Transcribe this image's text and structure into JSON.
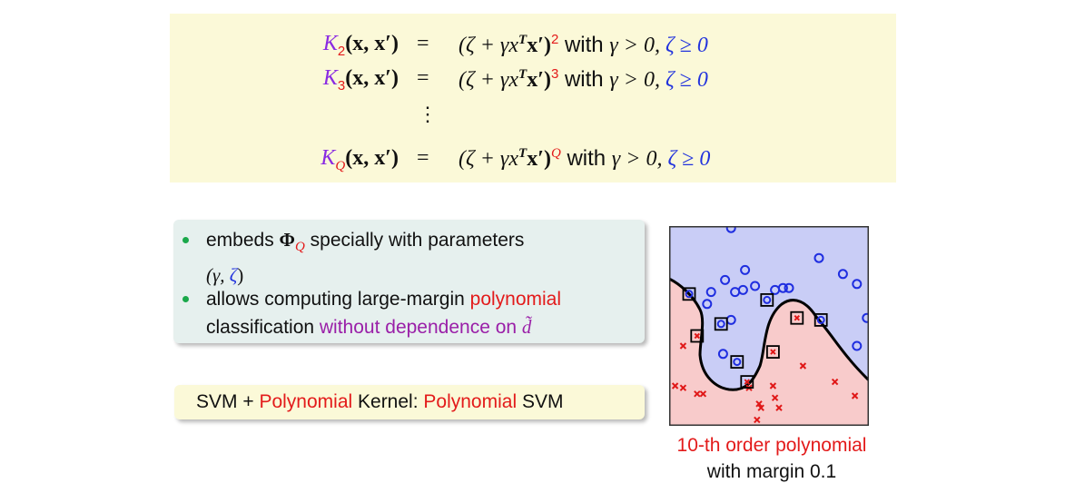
{
  "formulas": {
    "rows": [
      {
        "k": "K",
        "sub": "2",
        "args": "(x, x′)",
        "eq": "=",
        "base": "(ζ + γx",
        "sup_t": "T",
        "tail": "x′)",
        "power": "2",
        "with": " with ",
        "cond1": "γ > 0, ",
        "cond2": "ζ ≥ 0"
      },
      {
        "k": "K",
        "sub": "3",
        "args": "(x, x′)",
        "eq": "=",
        "base": "(ζ + γx",
        "sup_t": "T",
        "tail": "x′)",
        "power": "3",
        "with": " with ",
        "cond1": "γ > 0, ",
        "cond2": "ζ ≥ 0"
      },
      {
        "k": "K",
        "sub": "Q",
        "args": "(x, x′)",
        "eq": "=",
        "base": "(ζ + γx",
        "sup_t": "T",
        "tail": "x′)",
        "power": "Q",
        "with": " with ",
        "cond1": "γ > 0, ",
        "cond2": "ζ ≥ 0"
      }
    ],
    "ellipsis": "⋮"
  },
  "bullets": [
    {
      "line1_a": "embeds ",
      "line1_phi": "Φ",
      "line1_sub": "Q",
      "line1_b": " specially with parameters",
      "line2_a": "(γ, ",
      "line2_zeta": "ζ",
      "line2_b": ")"
    },
    {
      "line1_a": "allows computing large-margin ",
      "line1_red": "polynomial",
      "line2_a": "classification ",
      "line2_purple": "without dependence on ",
      "line2_d": "d̃"
    }
  ],
  "svm": {
    "part1": "SVM + ",
    "part2": "Polynomial",
    "part3": " Kernel: ",
    "part4": "Polynomial",
    "part5": " SVM"
  },
  "plot": {
    "caption_line1": "10-th order polynomial",
    "caption_line2": "with margin 0.1",
    "colors": {
      "positive_region": "#c9cdf6",
      "negative_region": "#f8cbcb",
      "circle": "#1f2ee0",
      "cross": "#e01818"
    },
    "circles": [
      [
        0.31,
        0.01
      ],
      [
        0.28,
        0.27
      ],
      [
        0.38,
        0.22
      ],
      [
        0.37,
        0.32
      ],
      [
        0.21,
        0.33
      ],
      [
        0.33,
        0.33
      ],
      [
        0.43,
        0.3
      ],
      [
        0.53,
        0.32
      ],
      [
        0.57,
        0.31
      ],
      [
        0.6,
        0.31
      ],
      [
        0.75,
        0.16
      ],
      [
        0.87,
        0.24
      ],
      [
        0.94,
        0.29
      ],
      [
        0.99,
        0.46
      ],
      [
        0.19,
        0.39
      ],
      [
        0.31,
        0.47
      ],
      [
        0.27,
        0.64
      ],
      [
        0.94,
        0.6
      ]
    ],
    "crosses": [
      [
        0.07,
        0.6
      ],
      [
        0.03,
        0.8
      ],
      [
        0.07,
        0.81
      ],
      [
        0.14,
        0.84
      ],
      [
        0.17,
        0.84
      ],
      [
        0.4,
        0.81
      ],
      [
        0.52,
        0.8
      ],
      [
        0.67,
        0.7
      ],
      [
        0.83,
        0.78
      ],
      [
        0.93,
        0.85
      ],
      [
        0.45,
        0.89
      ],
      [
        0.46,
        0.91
      ],
      [
        0.53,
        0.86
      ],
      [
        0.55,
        0.91
      ],
      [
        0.44,
        0.97
      ]
    ],
    "sv_circles": [
      [
        0.1,
        0.34
      ],
      [
        0.26,
        0.49
      ],
      [
        0.34,
        0.68
      ],
      [
        0.49,
        0.37
      ],
      [
        0.76,
        0.47
      ]
    ],
    "sv_crosses": [
      [
        0.14,
        0.55
      ],
      [
        0.39,
        0.78
      ],
      [
        0.52,
        0.63
      ],
      [
        0.64,
        0.46
      ]
    ]
  }
}
